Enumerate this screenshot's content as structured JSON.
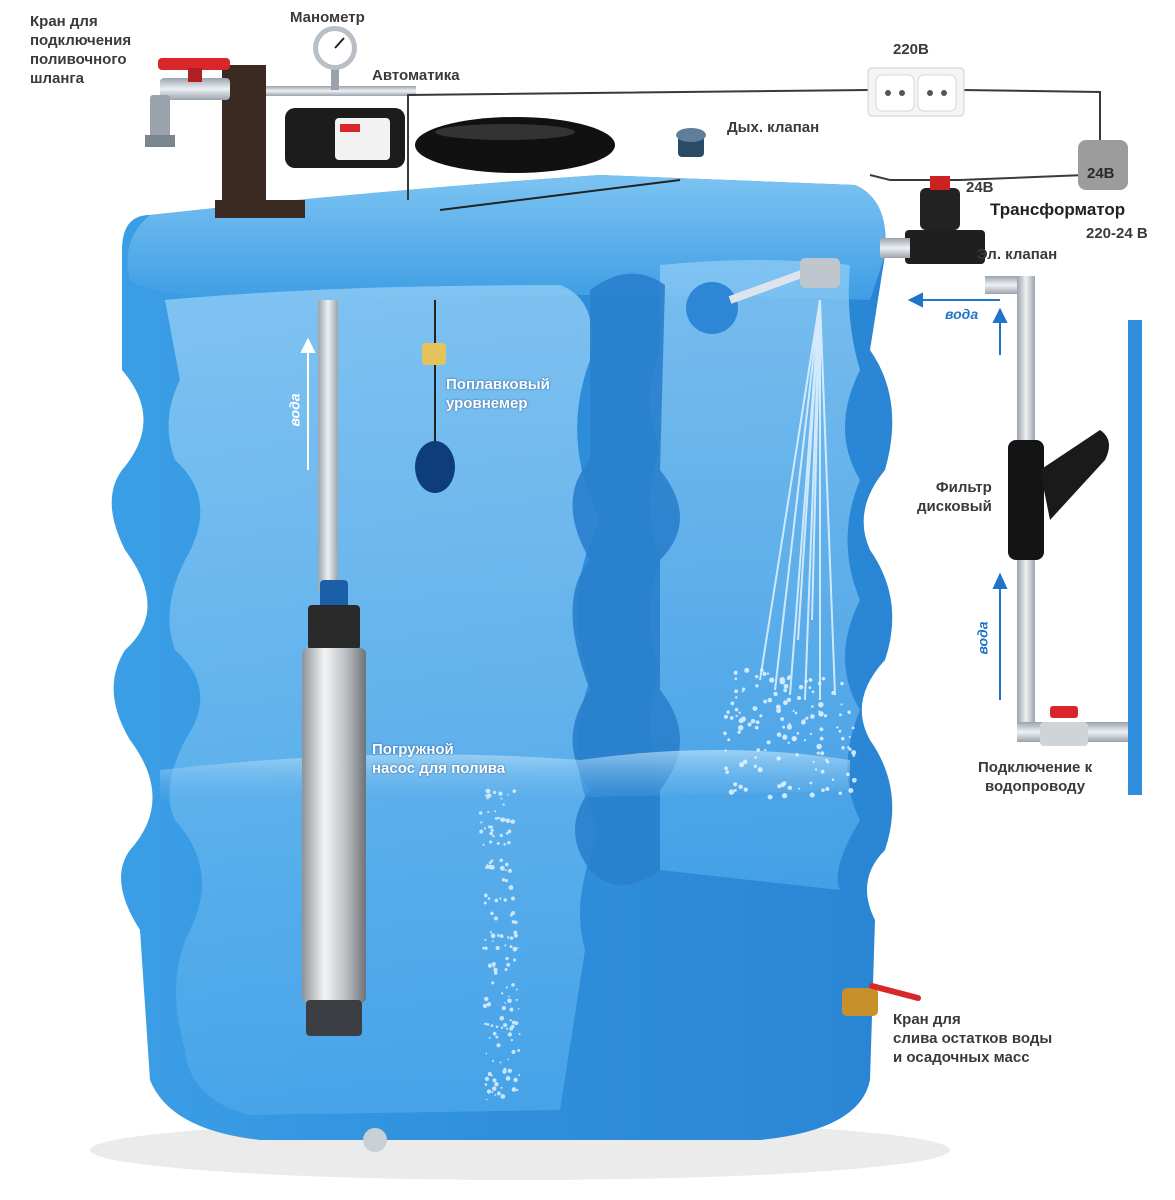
{
  "labels": {
    "hose_valve": "Кран для\nподключения\nполивочного\nшланга",
    "manometer": "Манометр",
    "automatics": "Автоматика",
    "socket_voltage": "220В",
    "breather_valve": "Дых. клапан",
    "transformer_box": "24В",
    "valve_voltage": "24В",
    "transformer": "Трансформатор",
    "transformer_rating": "220-24 В",
    "solenoid_valve": "Эл. клапан",
    "float_level": "Поплавковый\nуровнемер",
    "disc_filter": "Фильтр\nдисковый",
    "submersible_pump": "Погружной\nнасос для полива",
    "mains_connection": "Подключение к\nводопроводу",
    "drain_valve": "Кран для\nслива остатков воды\nи осадочных масс"
  },
  "water_words": {
    "pump_riser": "вода",
    "inlet_top": "вода",
    "inlet_riser": "вода"
  },
  "colors": {
    "tank_light": "#5fb0ea",
    "tank_main": "#2f8fdc",
    "tank_dark": "#1468b8",
    "pipe": "#c9cfd6",
    "accent_red": "#d8262a",
    "water_word": "#1f73c8"
  }
}
